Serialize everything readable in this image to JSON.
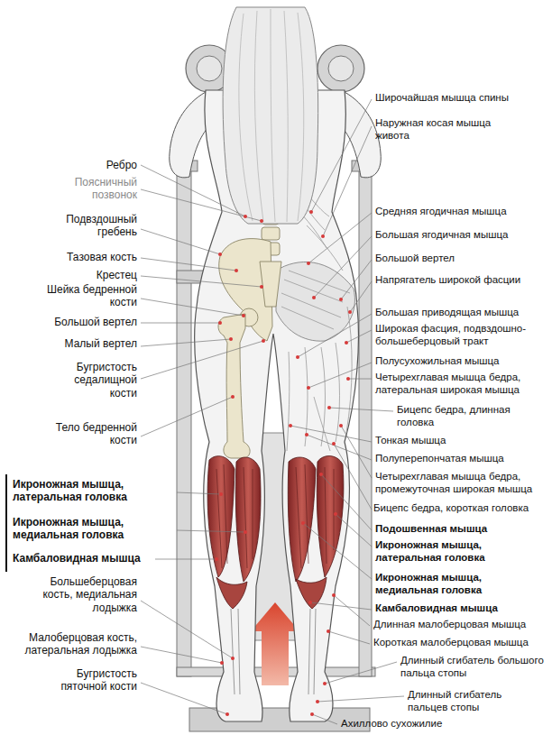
{
  "diagram": {
    "labels": [
      "Ребро",
      "Поясничный позвонок",
      "Подвздошный гребень",
      "Тазовая кость",
      "Крестец",
      "Шейка бедренной кости",
      "Большой вертел",
      "Малый вертел",
      "Бугристость седалищной кости",
      "Тело бедренной кости",
      "Икроножная мышца, латеральная головка",
      "Икроножная мышца, медиальная головка",
      "Камбаловидная мышца",
      "Большеберцовая кость, медиальная лодыжка",
      "Малоберцовая кость, латеральная лодыжка",
      "Бугристость пяточной кости",
      "Широчайшая мышца спины",
      "Наружная косая мышца живота",
      "Средняя ягодичная мышца",
      "Большая ягодичная мышца",
      "Большой вертел",
      "Напрягатель широкой фасции",
      "Большая приводящая мышца",
      "Широкая фасция, подвздошно-большеберцовый тракт",
      "Полусухожильная мышца",
      "Четырехглавая мышца бедра, латеральная широкая мышца",
      "Бицепс бедра, длинная головка",
      "Тонкая мышца",
      "Полуперепончатая мышца",
      "Четырехглавая мышца бедра, промежуточная широкая мышца",
      "Бицепс бедра, короткая головка",
      "Подошвенная мышца",
      "Икроножная мышца, латеральная головка",
      "Икроножная мышца, медиальная головка",
      "Камбаловидная мышца",
      "Длинная малоберцовая мышца",
      "Короткая малоберцовая мышца",
      "Длинный сгибатель большого пальца стопы",
      "Длинный сгибатель пальцев стопы",
      "Ахиллово сухожилие"
    ]
  }
}
